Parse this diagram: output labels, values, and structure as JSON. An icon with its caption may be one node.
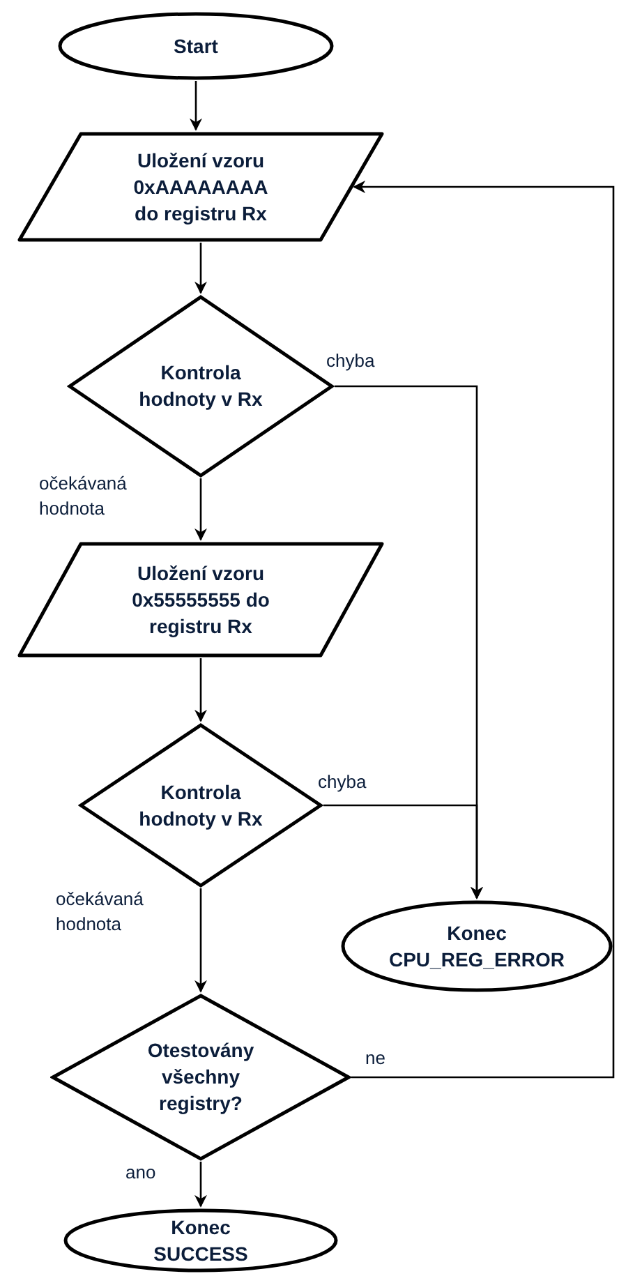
{
  "diagram": {
    "nodes": [
      {
        "text": [
          "Start"
        ]
      },
      {
        "text": [
          "Uložení vzoru 0xAAAAAAAA do registru Rx"
        ]
      },
      {
        "text": [
          "Kontrola hodnoty v Rx"
        ]
      },
      {
        "text": [
          "Uložení vzoru 0x55555555 do registru Rx"
        ]
      },
      {
        "text": [
          "Kontrola hodnoty v Rx"
        ]
      },
      {
        "text": [
          "Konec CPU_REG_ERROR"
        ]
      },
      {
        "text": [
          "Otestovány všechny registry?"
        ]
      },
      {
        "text": [
          "Konec SUCCESS"
        ]
      }
    ],
    "edges": [
      {
        "from": 0,
        "to": 1,
        "arrow": "to"
      },
      {
        "from": 1,
        "to": 2,
        "arrow": "to"
      },
      {
        "from": 2,
        "to": 3,
        "arrow": "to",
        "label": "očekávaná hodnota"
      },
      {
        "from": 2,
        "to": 5,
        "arrow": "to",
        "label": "chyba"
      },
      {
        "from": 3,
        "to": 4,
        "arrow": "to"
      },
      {
        "from": 4,
        "to": 5,
        "arrow": "to",
        "label": "chyba"
      },
      {
        "from": 4,
        "to": 6,
        "arrow": "to",
        "label": "očekávaná hodnota"
      },
      {
        "from": 6,
        "to": 7,
        "arrow": "to",
        "label": "ano"
      },
      {
        "from": 6,
        "to": 1,
        "arrow": "to",
        "label": "ne"
      }
    ]
  }
}
